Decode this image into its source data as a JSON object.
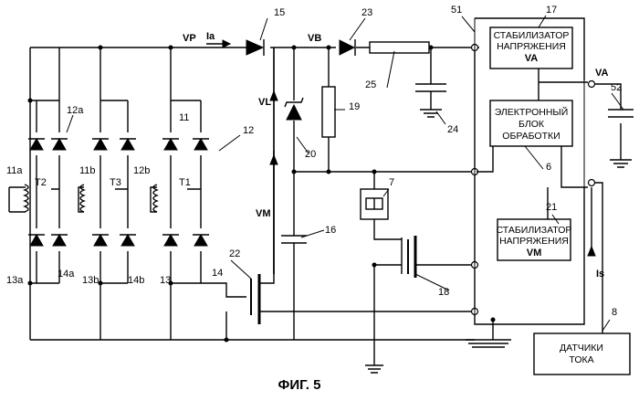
{
  "figure": {
    "caption": "ФИГ. 5"
  },
  "blocks": {
    "stab_va": {
      "line1": "СТАБИЛИЗАТОР",
      "line2": "НАПРЯЖЕНИЯ",
      "line3": "VA"
    },
    "processing": {
      "line1": "ЭЛЕКТРОННЫЙ",
      "line2": "БЛОК",
      "line3": "ОБРАБОТКИ"
    },
    "stab_vm": {
      "line1": "СТАБИЛИЗАТОР",
      "line2": "НАПРЯЖЕНИЯ",
      "line3": "VM"
    },
    "sensors": {
      "line1": "ДАТЧИКИ",
      "line2": "ТОКА"
    }
  },
  "signals": {
    "vp": "VP",
    "ia": "Ia",
    "vb": "VB",
    "vl": "VL",
    "vm": "VM",
    "va": "VA",
    "is": "Is",
    "t1": "T1",
    "t2": "T2",
    "t3": "T3"
  },
  "refs": {
    "r6": "6",
    "r7": "7",
    "r8": "8",
    "r11": "11",
    "r11a": "11a",
    "r11b": "11b",
    "r12": "12",
    "r12a": "12a",
    "r12b": "12b",
    "r13": "13",
    "r13a": "13a",
    "r13b": "13b",
    "r14": "14",
    "r14a": "14a",
    "r14b": "14b",
    "r15": "15",
    "r16": "16",
    "r17": "17",
    "r18": "18",
    "r19": "19",
    "r20": "20",
    "r21": "21",
    "r22": "22",
    "r23": "23",
    "r24": "24",
    "r25": "25",
    "r51": "51",
    "r52": "52"
  }
}
